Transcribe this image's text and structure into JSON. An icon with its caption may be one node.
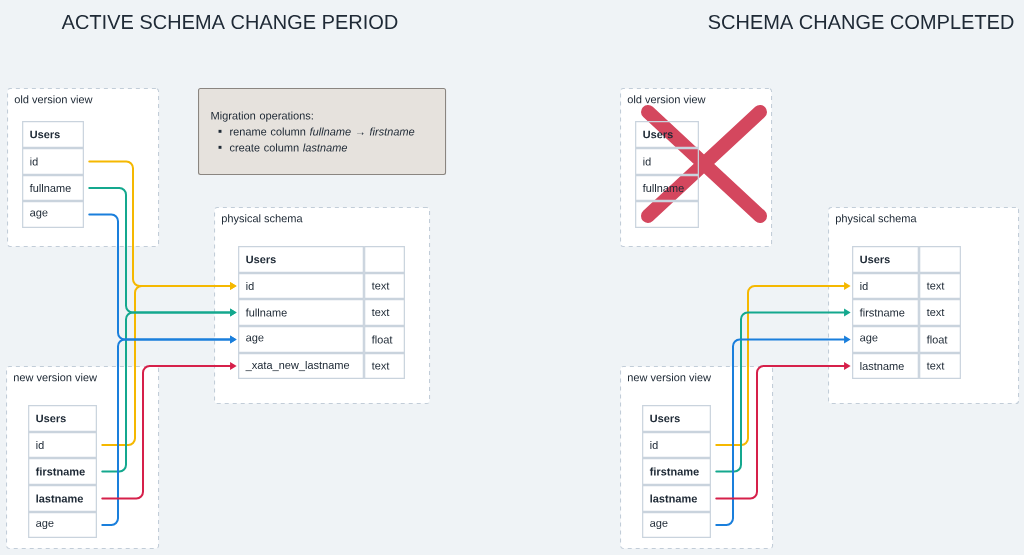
{
  "diagram": {
    "nodes": [
      {
        "text": [
          "old version view"
        ]
      },
      {
        "text": [
          "Users"
        ],
        "in": 0
      },
      {
        "text": [
          "id"
        ],
        "in": 0
      },
      {
        "text": [
          "fullname"
        ],
        "in": 0
      },
      {
        "text": [
          "age"
        ],
        "in": 0
      },
      {
        "text": [
          "Migration operations:",
          "rename column *fullname* → *firstname*",
          "create column *lastname*"
        ]
      },
      {
        "text": [
          "physical schema"
        ]
      },
      {
        "text": [
          "Users"
        ],
        "in": 6
      },
      {
        "text": [],
        "shape": "box",
        "in": 6
      },
      {
        "text": [
          "id"
        ],
        "in": 6
      },
      {
        "text": [
          "text"
        ],
        "in": 6
      },
      {
        "text": [
          "fullname"
        ],
        "in": 6
      },
      {
        "text": [
          "text"
        ],
        "in": 6
      },
      {
        "text": [
          "age"
        ],
        "in": 6
      },
      {
        "text": [
          "float"
        ],
        "in": 6
      },
      {
        "text": [
          "_xata_new_lastname"
        ],
        "in": 6
      },
      {
        "text": [
          "text"
        ],
        "in": 6
      },
      {
        "text": [
          "new version view"
        ]
      },
      {
        "text": [
          "Users"
        ],
        "in": 17
      },
      {
        "text": [
          "id"
        ],
        "in": 17
      },
      {
        "text": [
          "firstname"
        ],
        "in": 17
      },
      {
        "text": [
          "lastname"
        ],
        "in": 17
      },
      {
        "text": [
          "age"
        ],
        "in": 17
      },
      {
        "text": [
          "old version view"
        ]
      },
      {
        "text": [
          "Users"
        ],
        "in": 23
      },
      {
        "text": [
          "id"
        ],
        "in": 23
      },
      {
        "text": [
          "fullname"
        ],
        "in": 23
      },
      {
        "text": [],
        "shape": "box",
        "in": 23
      },
      {
        "text": [
          "physical schema"
        ]
      },
      {
        "text": [
          "Users"
        ],
        "in": 28
      },
      {
        "text": [],
        "shape": "box",
        "in": 28
      },
      {
        "text": [
          "id"
        ],
        "in": 28
      },
      {
        "text": [
          "text"
        ],
        "in": 28
      },
      {
        "text": [
          "firstname"
        ],
        "in": 28
      },
      {
        "text": [
          "text"
        ],
        "in": 28
      },
      {
        "text": [
          "age"
        ],
        "in": 28
      },
      {
        "text": [
          "float"
        ],
        "in": 28
      },
      {
        "text": [
          "lastname"
        ],
        "in": 28
      },
      {
        "text": [
          "text"
        ],
        "in": 28
      },
      {
        "text": [
          "new version view"
        ]
      },
      {
        "text": [
          "Users"
        ],
        "in": 39
      },
      {
        "text": [
          "id"
        ],
        "in": 39
      },
      {
        "text": [
          "firstname"
        ],
        "in": 39
      },
      {
        "text": [
          "lastname"
        ],
        "in": 39
      },
      {
        "text": [
          "age"
        ],
        "in": 39
      }
    ],
    "edges": [
      {
        "from": 2,
        "to": 9,
        "arrow": "to",
        "color": "#f5b800"
      },
      {
        "from": 19,
        "to": 9,
        "arrow": "to",
        "color": "#f5b800"
      },
      {
        "from": 3,
        "to": 11,
        "arrow": "to",
        "color": "#14a88e"
      },
      {
        "from": 20,
        "to": 11,
        "arrow": "to",
        "color": "#14a88e"
      },
      {
        "from": 4,
        "to": 13,
        "arrow": "to",
        "color": "#1a7fdc"
      },
      {
        "from": 22,
        "to": 13,
        "arrow": "to",
        "color": "#1a7fdc"
      },
      {
        "from": 21,
        "to": 15,
        "arrow": "to",
        "color": "#d6204a"
      },
      {
        "from": 41,
        "to": 31,
        "arrow": "to",
        "color": "#f5b800"
      },
      {
        "from": 42,
        "to": 33,
        "arrow": "to",
        "color": "#14a88e"
      },
      {
        "from": 44,
        "to": 35,
        "arrow": "to",
        "color": "#1a7fdc"
      },
      {
        "from": 43,
        "to": 37,
        "arrow": "to",
        "color": "#d6204a"
      }
    ],
    "labels": [
      "ACTIVE SCHEMA CHANGE PERIOD",
      "SCHEMA CHANGE COMPLETED"
    ]
  }
}
